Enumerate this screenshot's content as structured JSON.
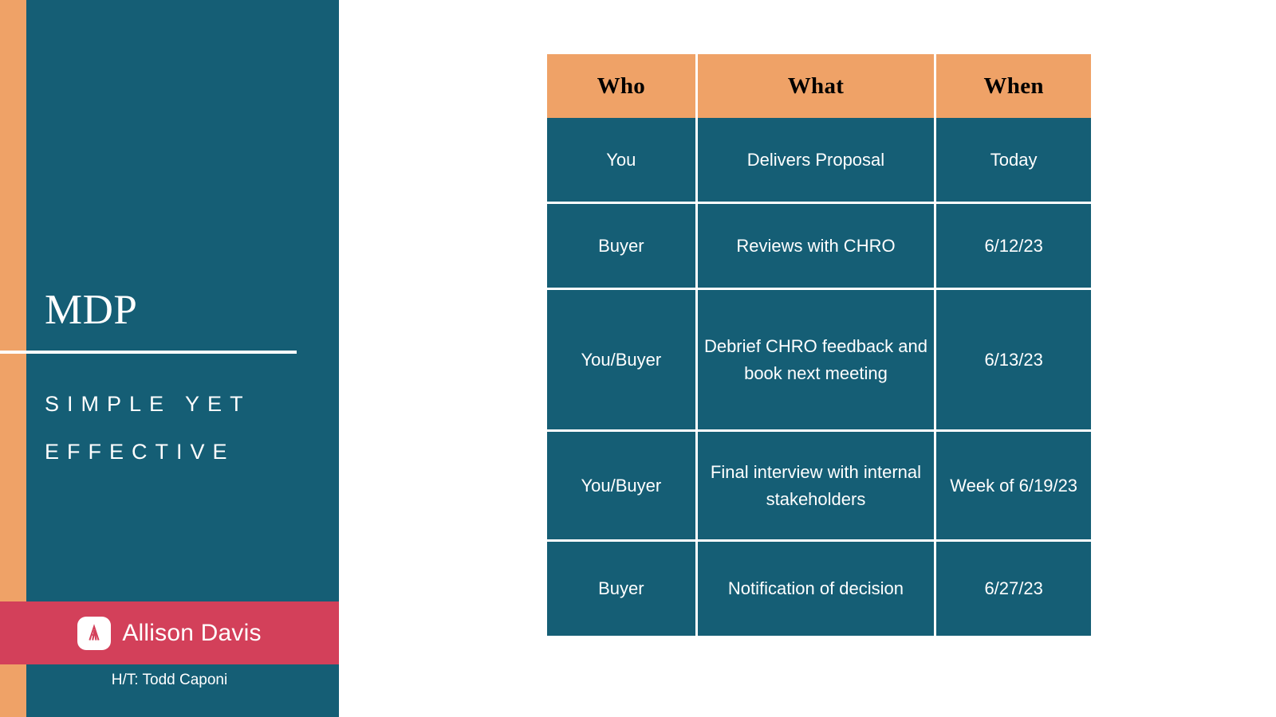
{
  "colors": {
    "teal": "#155e75",
    "orange": "#efa267",
    "crimson": "#d3405a",
    "white": "#ffffff",
    "header_text": "#000000"
  },
  "slide": {
    "title": "MDP",
    "subtitle": "SIMPLE YET EFFECTIVE",
    "credit": "H/T: Todd Caponi",
    "brand": {
      "name": "Allison Davis",
      "logo_icon": "allison-davis-a-monogram-icon"
    }
  },
  "table": {
    "headers": [
      "Who",
      "What",
      "When"
    ],
    "rows": [
      {
        "who": "You",
        "what": "Delivers Proposal",
        "when": "Today"
      },
      {
        "who": "Buyer",
        "what": "Reviews with CHRO",
        "when": "6/12/23"
      },
      {
        "who": "You/Buyer",
        "what": "Debrief CHRO feedback and book next meeting",
        "when": "6/13/23"
      },
      {
        "who": "You/Buyer",
        "what": "Final interview with internal stakeholders",
        "when": "Week of 6/19/23"
      },
      {
        "who": "Buyer",
        "what": "Notification of decision",
        "when": "6/27/23"
      }
    ]
  }
}
